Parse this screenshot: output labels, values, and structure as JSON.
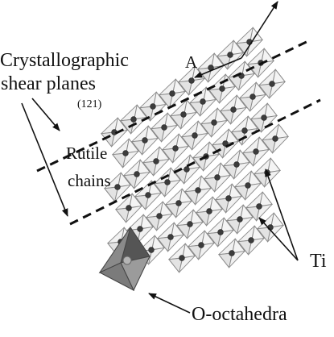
{
  "labels": {
    "shear_title_line1": "Crystallographic",
    "shear_title_line2": "shear planes",
    "miller_index": "(121)",
    "rutile_line1": "Rutile",
    "rutile_line2": "chains",
    "axis_a": "A",
    "ti": "Ti",
    "o_octahedra": "O-octahedra"
  },
  "colors": {
    "octahedron_stroke": "#8a8a8a",
    "octahedron_fill": "#d7d7d7",
    "ti_atom": "#3c3c3c",
    "text": "#111111"
  }
}
